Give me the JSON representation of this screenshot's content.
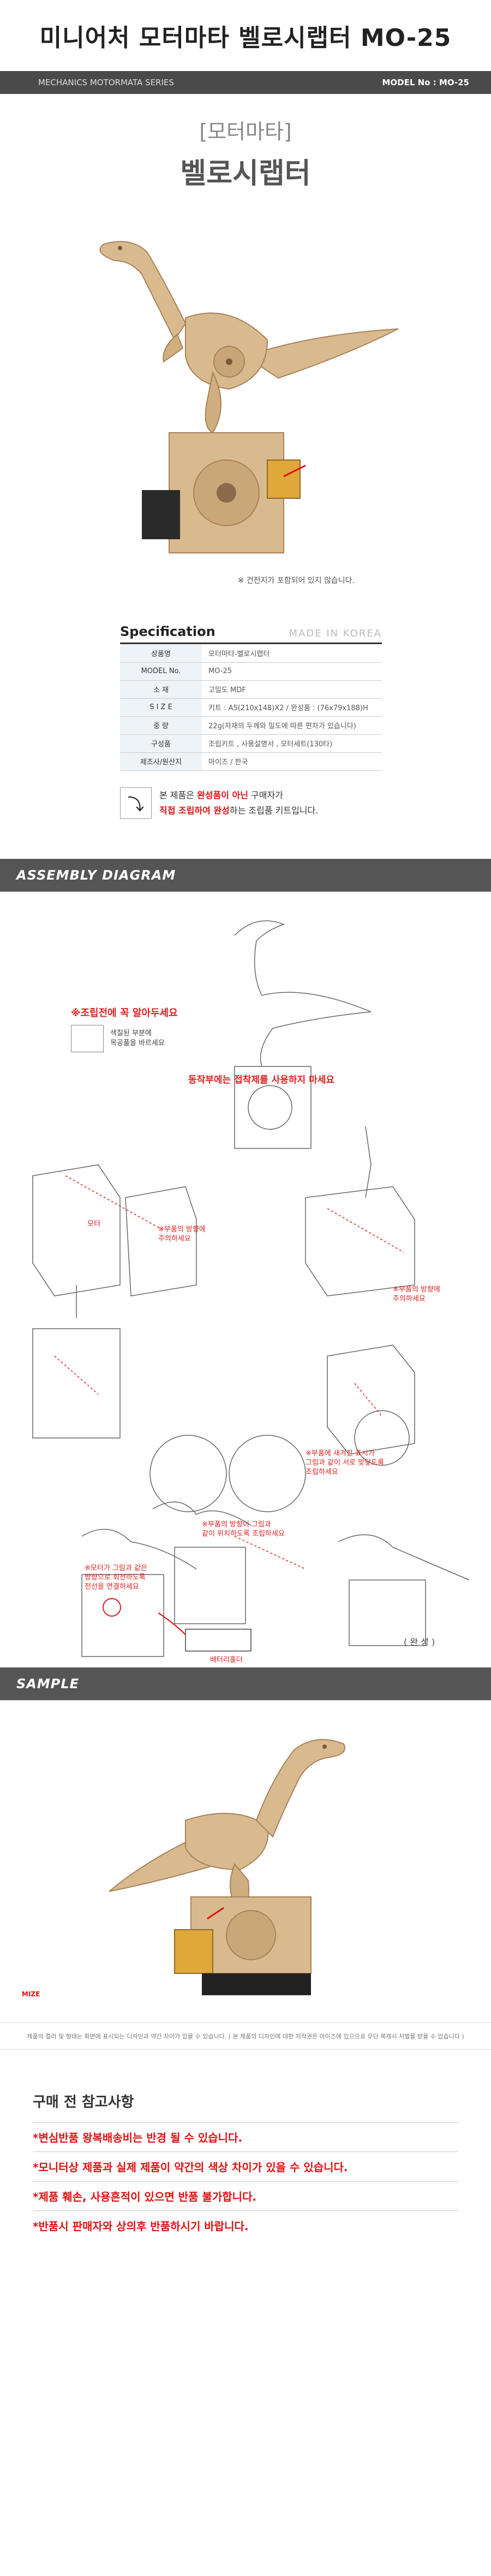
{
  "top_title": "미니어처 모터마타 벨로시랩터 MO-25",
  "series_bar": {
    "left": "MECHANICS MOTORMATA SERIES",
    "model": "MODEL No : MO-25"
  },
  "product_head": {
    "category": "[모터마타]",
    "name": "벨로시랩터"
  },
  "hero_note": "※ 건전지가 포함되어 있지 않습니다.",
  "spec": {
    "title": "Specification",
    "made_in": "MADE IN KOREA",
    "rows": [
      {
        "k": "상품명",
        "v": "모터마타-벨로시랩터"
      },
      {
        "k": "MODEL No.",
        "v": "MO-25"
      },
      {
        "k": "소 재",
        "v": "고밀도 MDF"
      },
      {
        "k": "S I Z E",
        "v": "키트 : A5(210x148)X2 / 완성품 : (76x79x188)H"
      },
      {
        "k": "중 량",
        "v": "22g(자재의 두께와 밀도에 따른 편차가 있습니다)"
      },
      {
        "k": "구성품",
        "v": "조립키트 , 사용설명서 , 모터세트(130타)"
      },
      {
        "k": "제조사/원산지",
        "v": "마이즈 / 한국"
      }
    ],
    "warn_icon": "⤵",
    "warn_line1_pre": "본 제품은",
    "warn_line1_red": "완성품이 아닌",
    "warn_line1_post": "구매자가",
    "warn_line2_red": "직접 조립하여 완성",
    "warn_line2_post": "하는 조립품 키트입니다."
  },
  "assembly": {
    "title": "ASSEMBLY DIAGRAM",
    "caution_head": "※조립전에 꼭 알아두세요",
    "caution_text": "색칠된 부분에\n목공풀을 바르세요",
    "no_glue": "동작부에는 접착제를 사용하지 마세요",
    "motor_label": "모터",
    "note_direction1": "※부품의 방향에\n주의하세요",
    "note_direction2": "※부품의 방향에\n주의하세요",
    "note_picture": "※부품의 방향이 그림과\n같이 위치하도록 조립하세요",
    "note_hole": "※부품에 새겨진 표시가\n그림과 같이 서로 맞닿도록\n조립하세요",
    "note_wire": "※모터가 그림과 같은\n방향으로 회전하도록\n전선을 연결하세요",
    "battery_label": "배터리홀더",
    "done_label": "( 완 성 )"
  },
  "sample": {
    "title": "SAMPLE"
  },
  "footer": {
    "logo": "MIZE",
    "disclaimer": "제품의 컬러 및 형태는 화면에 표시되는 디자인과 약간 차이가 있을 수 있습니다.  ( 본 제품의 디자인에 대한 저작권은 마이즈에 있으므로 무단 복제시 처벌을 받을 수 있습니다 )"
  },
  "notice": {
    "title": "구매 전 참고사항",
    "lines": [
      "*변심반품 왕복배송비는 반경 될 수 있습니다.",
      "*모니터상 제품과 실제 제품이 약간의 색상 차이가 있을 수 있습니다.",
      "*제품 훼손, 사용흔적이 있으면 반품 불가합니다.",
      "*반품시 판매자와 상의후 반품하시기 바랍니다."
    ]
  },
  "colors": {
    "wood": "#d9b98e",
    "wood_dark": "#a8825a",
    "accent_red": "#e02020",
    "bar_gray": "#555555"
  }
}
